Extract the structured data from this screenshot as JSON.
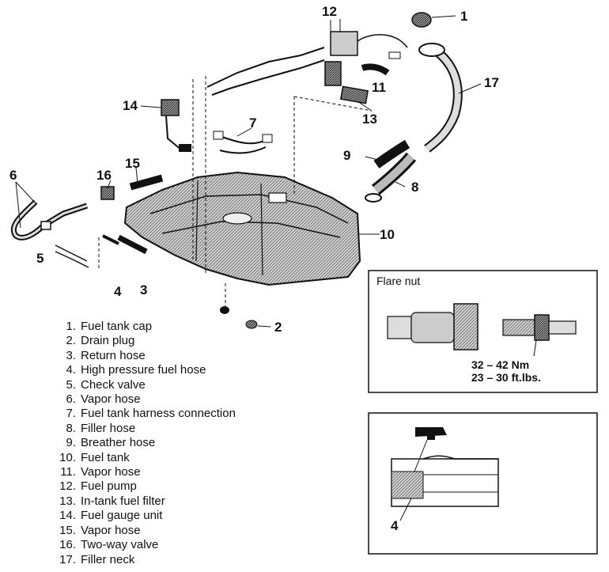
{
  "callouts": [
    "1",
    "2",
    "3",
    "4",
    "5",
    "6",
    "7",
    "8",
    "9",
    "10",
    "11",
    "12",
    "13",
    "14",
    "15",
    "16",
    "17"
  ],
  "legend": [
    {
      "num": "1.",
      "text": "Fuel tank cap"
    },
    {
      "num": "2.",
      "text": "Drain plug"
    },
    {
      "num": "3.",
      "text": "Return hose"
    },
    {
      "num": "4.",
      "text": "High pressure fuel hose"
    },
    {
      "num": "5.",
      "text": "Check valve"
    },
    {
      "num": "6.",
      "text": "Vapor hose"
    },
    {
      "num": "7.",
      "text": "Fuel tank harness connection"
    },
    {
      "num": "8.",
      "text": "Filler hose"
    },
    {
      "num": "9.",
      "text": "Breather hose"
    },
    {
      "num": "10.",
      "text": "Fuel tank"
    },
    {
      "num": "11.",
      "text": "Vapor hose"
    },
    {
      "num": "12.",
      "text": "Fuel pump"
    },
    {
      "num": "13.",
      "text": "In-tank fuel filter"
    },
    {
      "num": "14.",
      "text": "Fuel gauge unit"
    },
    {
      "num": "15.",
      "text": "Vapor hose"
    },
    {
      "num": "16.",
      "text": "Two-way valve"
    },
    {
      "num": "17.",
      "text": "Filler neck"
    }
  ],
  "flare_panel": {
    "title": "Flare nut",
    "torque_nm": "32 – 42 Nm",
    "torque_ftlbs": "23 – 30 ft.lbs."
  },
  "inset_panel": {
    "callout": "4"
  }
}
